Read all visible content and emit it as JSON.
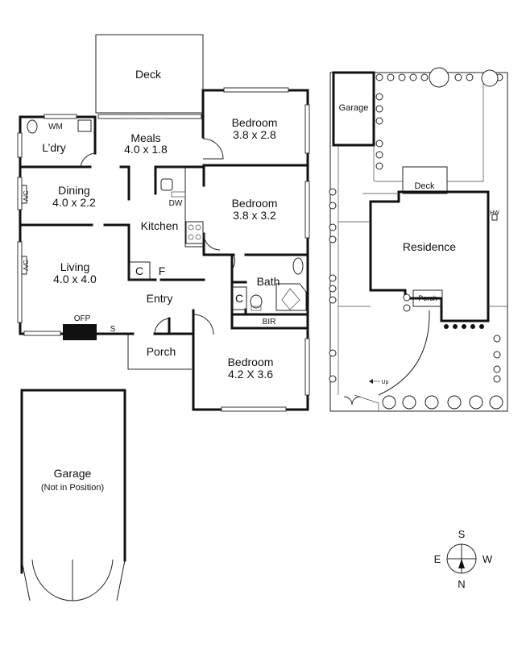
{
  "floor_plan": {
    "rooms": {
      "deck": "Deck",
      "meals": {
        "name": "Meals",
        "size": "4.0 x 1.8"
      },
      "bedroom_top": {
        "name": "Bedroom",
        "size": "3.8 x 2.8"
      },
      "laundry": "L’dry",
      "wm": "WM",
      "dining": {
        "name": "Dining",
        "size": "4.0 x 2.2"
      },
      "dw": "DW",
      "bedroom_mid": {
        "name": "Bedroom",
        "size": "3.8 x 3.2"
      },
      "kitchen": "Kitchen",
      "living": {
        "name": "Living",
        "size": "4.0 x 4.0"
      },
      "cupboard_kitchen": "C",
      "fridge": "F",
      "bath": "Bath",
      "entry": "Entry",
      "cupboard_bath": "C",
      "ofp": "OFP",
      "s": "S",
      "bir": "BIR",
      "porch": "Porch",
      "bedroom_bottom": {
        "name": "Bedroom",
        "size": "4.2 X 3.6"
      },
      "ac_dining": "A/C",
      "ac_living": "A/C"
    },
    "garage": {
      "name": "Garage",
      "note": "(Not in Position)"
    }
  },
  "site_plan": {
    "garage": "Garage",
    "deck": "Deck",
    "residence": "Residence",
    "porch": "Porch",
    "hw": "HW",
    "up": "Up"
  },
  "compass": {
    "north": "N",
    "south": "S",
    "east": "E",
    "west": "W"
  }
}
